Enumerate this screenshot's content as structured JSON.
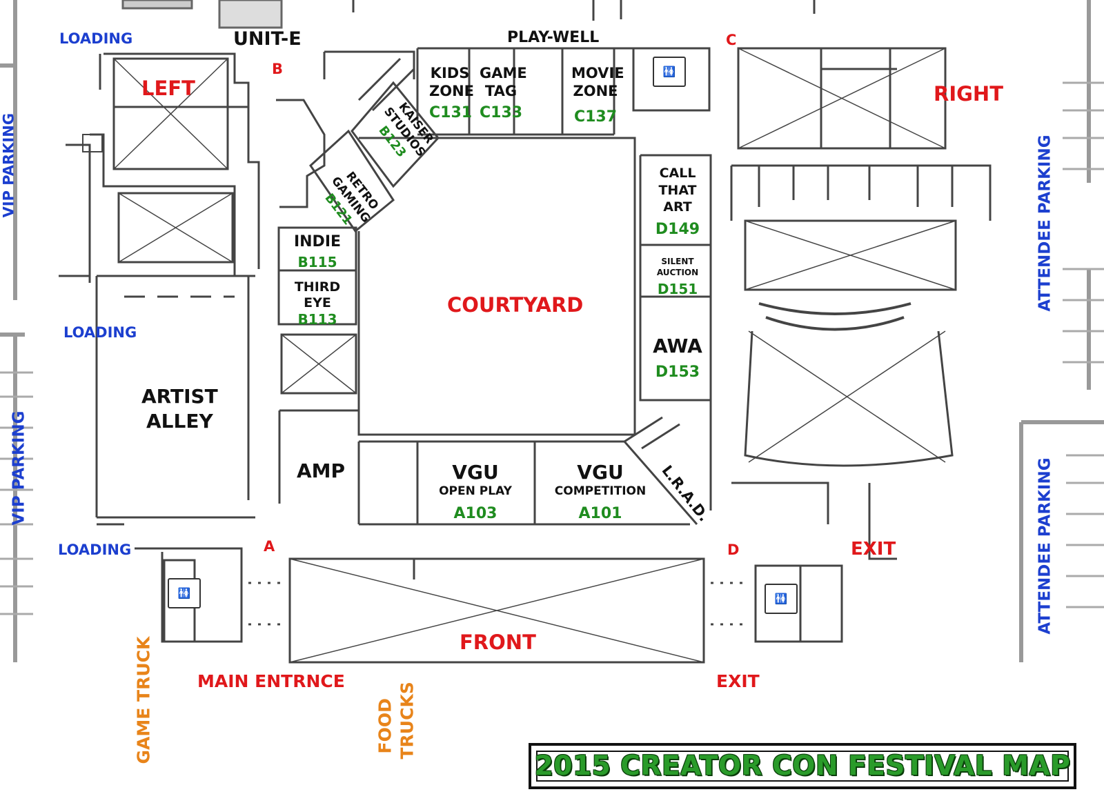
{
  "title": "2015 CREATOR CON FESTIVAL MAP",
  "parking": {
    "vip_top": "VIP PARKING",
    "vip_bottom": "VIP PARKING",
    "attendee_top": "ATTENDEE PARKING",
    "attendee_bottom": "ATTENDEE PARKING"
  },
  "loading": {
    "top": "LOADING",
    "middle": "LOADING",
    "bottom": "LOADING"
  },
  "zones": {
    "left": "LEFT",
    "right": "RIGHT",
    "courtyard": "COURTYARD",
    "front": "FRONT",
    "unit_e": "UNIT-E",
    "play_well": "PLAY-WELL",
    "artist_alley_1": "ARTIST",
    "artist_alley_2": "ALLEY",
    "amp": "AMP"
  },
  "doors": {
    "a": "A",
    "b": "B",
    "c": "C",
    "d": "D"
  },
  "rooms": {
    "kids_zone": {
      "line1": "KIDS",
      "line2": "ZONE",
      "code": "C131"
    },
    "game_tag": {
      "line1": "GAME",
      "line2": "TAG",
      "code": "C133"
    },
    "movie_zone": {
      "line1": "MOVIE",
      "line2": "ZONE",
      "code": "C137"
    },
    "kaiser_studios": {
      "line1": "KAISER",
      "line2": "STUDIOS",
      "code": "B123"
    },
    "retro_gaming": {
      "line1": "RETRO",
      "line2": "GAMING",
      "code": "B121"
    },
    "indie": {
      "line1": "INDIE",
      "code": "B115"
    },
    "third_eye": {
      "line1": "THIRD",
      "line2": "EYE",
      "code": "B113"
    },
    "call_that_art": {
      "line1": "CALL",
      "line2": "THAT",
      "line3": "ART",
      "code": "D149"
    },
    "silent_auction": {
      "line1": "SILENT",
      "line2": "AUCTION",
      "code": "D151"
    },
    "awa": {
      "line1": "AWA",
      "code": "D153"
    },
    "vgu_open": {
      "line1": "VGU",
      "line2": "OPEN PLAY",
      "code": "A103"
    },
    "vgu_comp": {
      "line1": "VGU",
      "line2": "COMPETITION",
      "code": "A101"
    },
    "lrad": {
      "line1": "L.R.A.D."
    }
  },
  "exits": {
    "main_entrance": "MAIN ENTRNCE",
    "exit_right": "EXIT",
    "exit_bottom": "EXIT"
  },
  "food": {
    "game_truck": "GAME TRUCK",
    "food_trucks_1": "FOOD",
    "food_trucks_2": "TRUCKS"
  },
  "icons": [
    "restroom-icon",
    "restroom-icon",
    "restroom-icon"
  ],
  "colors": {
    "zone_red": "#e0181b",
    "room_green": "#1f8c1f",
    "parking_blue": "#1c3fcf",
    "truck_orange": "#e8841a",
    "title_green": "#2a9b2a"
  }
}
